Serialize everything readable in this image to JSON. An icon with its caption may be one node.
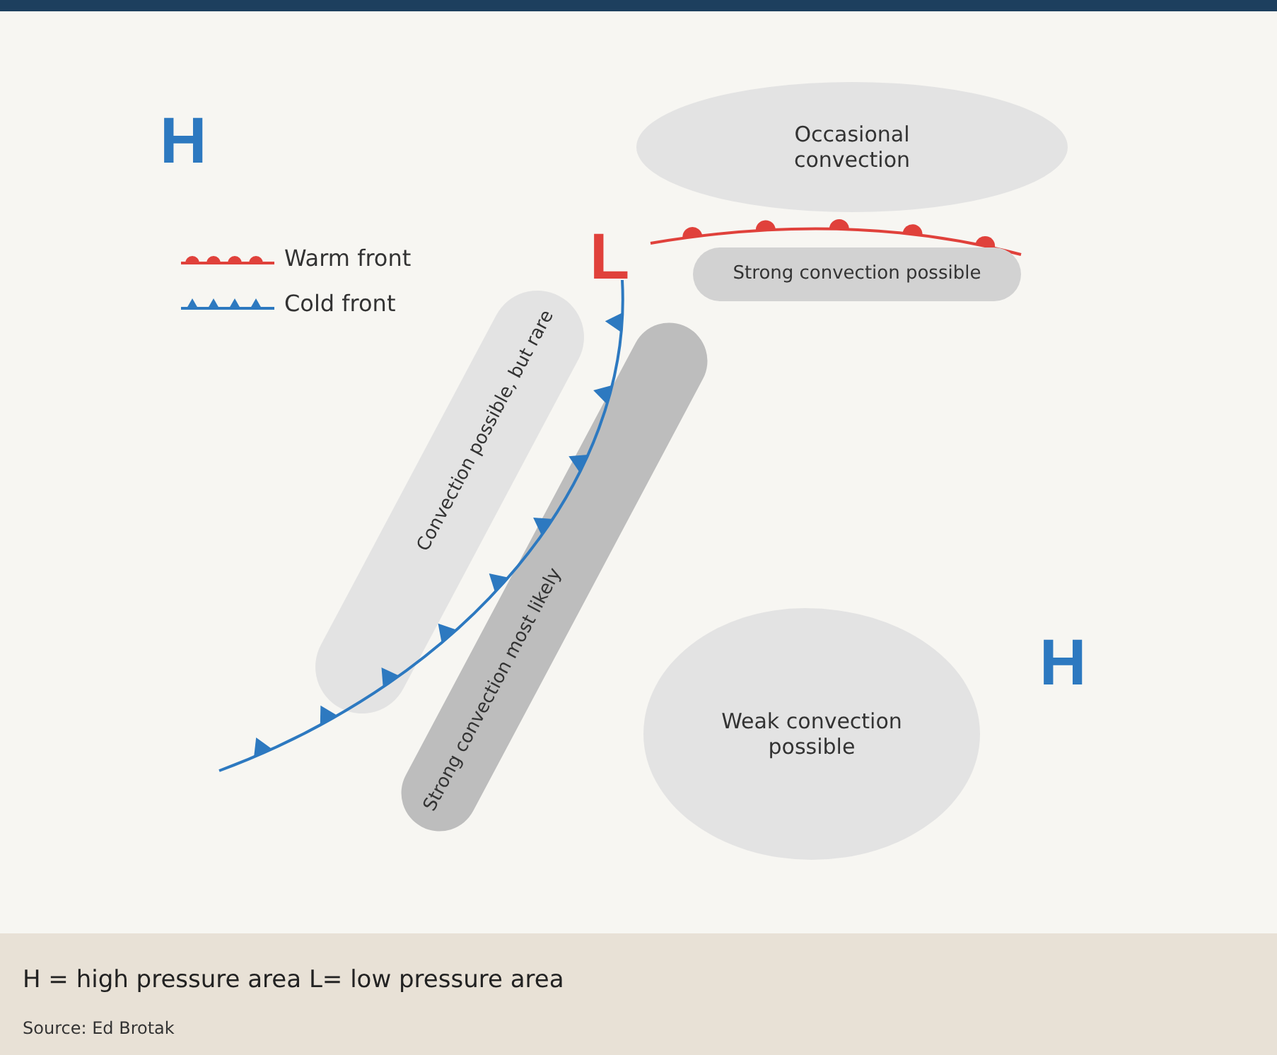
{
  "diagram": {
    "caption": "H = high pressure area L= low pressure area",
    "nodes": [
      {
        "text": [
          "Occasional convection"
        ]
      },
      {
        "text": [
          "Strong convection possible"
        ]
      },
      {
        "text": [
          "Convection possible, but rare"
        ]
      },
      {
        "text": [
          "Strong convection most likely"
        ]
      },
      {
        "text": [
          "Weak convection possible"
        ]
      }
    ],
    "labels": [
      "H",
      "L",
      "H",
      "Source: Ed Brotak"
    ],
    "legend": [
      {
        "text": "Warm front"
      },
      {
        "text": "Cold front"
      }
    ]
  }
}
